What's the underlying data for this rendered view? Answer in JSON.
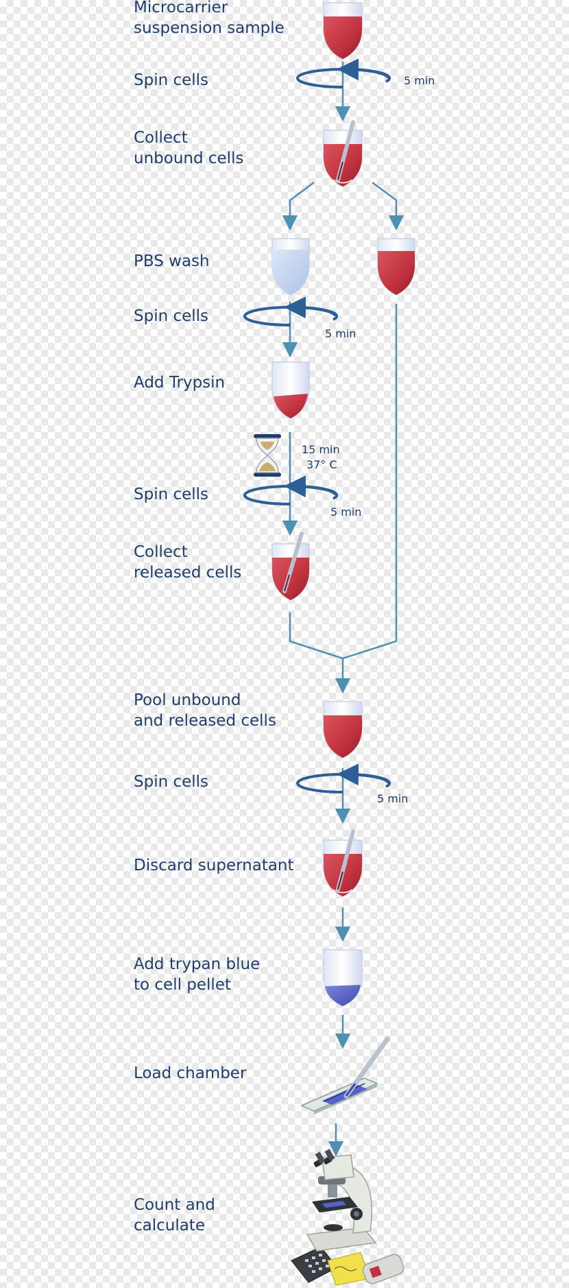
{
  "steps": {
    "microcarrier": "Microcarrier\nsuspension sample",
    "spin1": "Spin cells",
    "collect_unbound": "Collect\nunbound cells",
    "pbs_wash": "PBS wash",
    "spin2": "Spin cells",
    "add_trypsin": "Add Trypsin",
    "spin3": "Spin cells",
    "collect_released": "Collect\nreleased cells",
    "pool": "Pool unbound\nand released cells",
    "spin4": "Spin cells",
    "discard": "Discard supernatant",
    "add_trypan": "Add trypan blue\nto cell pellet",
    "load": "Load chamber",
    "count": "Count and\n calculate"
  },
  "notes": {
    "spin1_time": "5 min",
    "spin2_time": "5 min",
    "incubation_time": "15 min",
    "incubation_temp": "37° C",
    "spin3_time": "5 min",
    "spin4_time": "5 min"
  },
  "colors": {
    "label_text": "#1f3d6d",
    "arrow": "#4f8fb3",
    "spin_ring": "#2d5e96",
    "cell_suspension": "#c1323e",
    "pbs": "#c7d7f0",
    "trypan_blue": "#5762c6"
  },
  "icons": [
    "tube-icon",
    "spin-icon",
    "hourglass-icon",
    "pipette-icon",
    "hemocytometer-icon",
    "microscope-icon"
  ]
}
